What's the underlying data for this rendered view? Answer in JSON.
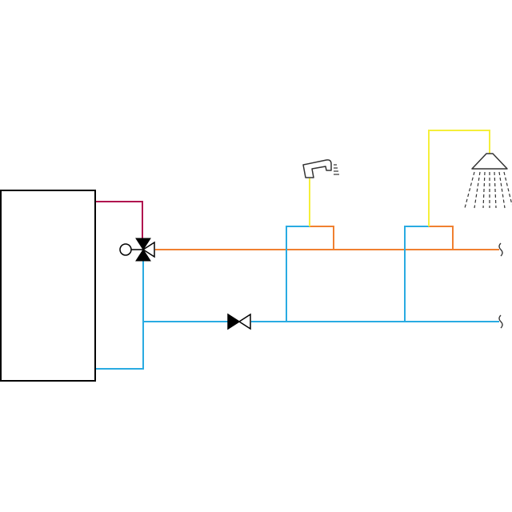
{
  "colors": {
    "background": "#ffffff",
    "outline": "#000000",
    "hot_supply": "#b0124f",
    "mixed_hot": "#f08030",
    "cold_return": "#29abe2",
    "outlet_feed": "#f5ef3a",
    "fixture": "#333333"
  },
  "components": {
    "storage_tank": {
      "kind": "tank",
      "icon": "tank-rectangle"
    },
    "mixing_valve": {
      "kind": "three-way-thermostatic-valve",
      "icon": "three-way-valve-icon"
    },
    "check_valve": {
      "kind": "check-valve",
      "icon": "check-valve-icon"
    },
    "tap_1": {
      "kind": "faucet",
      "icon": "faucet-icon"
    },
    "tap_2": {
      "kind": "shower",
      "icon": "shower-head-icon"
    },
    "pipe_breaks": {
      "kind": "continuation",
      "icon": "break-mark-icon"
    }
  }
}
